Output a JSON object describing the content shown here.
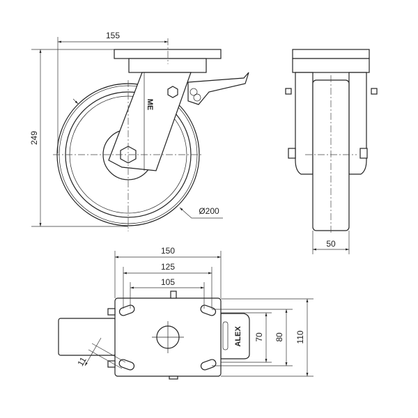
{
  "drawing": {
    "front_view": {
      "width_dim": "155",
      "height_dim": "249",
      "wheel_diameter": "Ø200"
    },
    "side_view": {
      "wheel_width_dim": "50"
    },
    "top_view": {
      "plate_width_dim": "150",
      "hole_spacing_outer_dim": "125",
      "hole_spacing_inner_dim": "105",
      "hole_spacing_short_dim": "70",
      "plate_inner_dim": "80",
      "plate_height_dim": "110",
      "slot_width_dim": "11",
      "brake_logo": "ALEX"
    }
  }
}
